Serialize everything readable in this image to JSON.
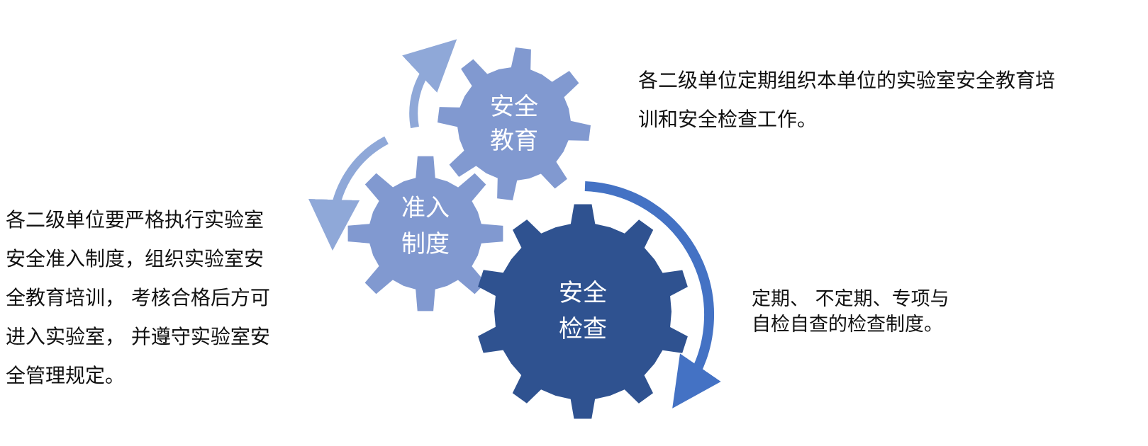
{
  "colors": {
    "gear_light": "#8199d0",
    "gear_dark": "#2f5290",
    "arrow_dark": "#4472c4",
    "arrow_light": "#8fa8d8"
  },
  "gears": {
    "education": {
      "line1": "安全",
      "line2": "教育"
    },
    "access": {
      "line1": "准入",
      "line2": "制度"
    },
    "inspection": {
      "line1": "安全",
      "line2": "检查"
    }
  },
  "texts": {
    "education_desc": [
      "各二级单位定期组织本单位的实验室安全教育培",
      "训和安全检查工作。"
    ],
    "access_desc": [
      "各二级单位要严格执行实验室",
      "安全准入制度，组织实验室安",
      "全教育培训， 考核合格后方可",
      "进入实验室， 并遵守实验室安",
      "全管理规定。"
    ],
    "inspection_desc": [
      "定期、 不定期、专项与",
      "自检自查的检查制度。"
    ]
  }
}
